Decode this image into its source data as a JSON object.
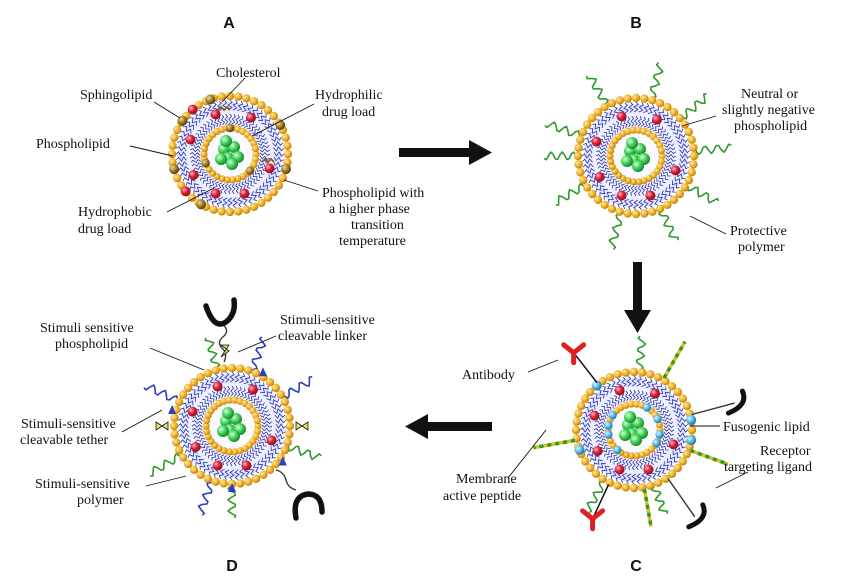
{
  "panels": {
    "a": "A",
    "b": "B",
    "c": "C",
    "d": "D"
  },
  "panel_a": {
    "cholesterol": "Cholesterol",
    "sphingolipid": "Sphingolipid",
    "phospholipid": "Phospholipid",
    "hydrophilic": [
      "Hydrophilic",
      "drug load"
    ],
    "hydrophobic": [
      "Hydrophobic",
      "drug load"
    ],
    "phase": [
      "Phospholipid with",
      "a higher phase",
      "transition",
      "temperature"
    ]
  },
  "panel_b": {
    "neutral": [
      "Neutral or",
      "slightly negative",
      "phospholipid"
    ],
    "protective": [
      "Protective",
      "polymer"
    ]
  },
  "panel_c": {
    "antibody": "Antibody",
    "fusogenic": "Fusogenic lipid",
    "receptor": [
      "Receptor",
      "targeting ligand"
    ],
    "peptide": [
      "Membrane",
      "active peptide"
    ]
  },
  "panel_d": {
    "stimuli_phospholipid": [
      "Stimuli sensitive",
      "phospholipid"
    ],
    "linker": [
      "Stimuli-sensitive",
      "cleavable linker"
    ],
    "tether": [
      "Stimuli-sensitive",
      "cleavable tether"
    ],
    "polymer": [
      "Stimuli-sensitive",
      "polymer"
    ]
  },
  "colors": {
    "lipid_head": "#e8a21c",
    "tail": "#2a2fb0",
    "drug_red": "#e0243a",
    "drug_green": "#2fc24a",
    "polymer_green": "#2f9a2f",
    "polymer_blue": "#2a3fc0",
    "antibody_red": "#e02020",
    "fusogenic_blue": "#4fb4e8",
    "sphingo_brown": "#8a6a1a"
  }
}
